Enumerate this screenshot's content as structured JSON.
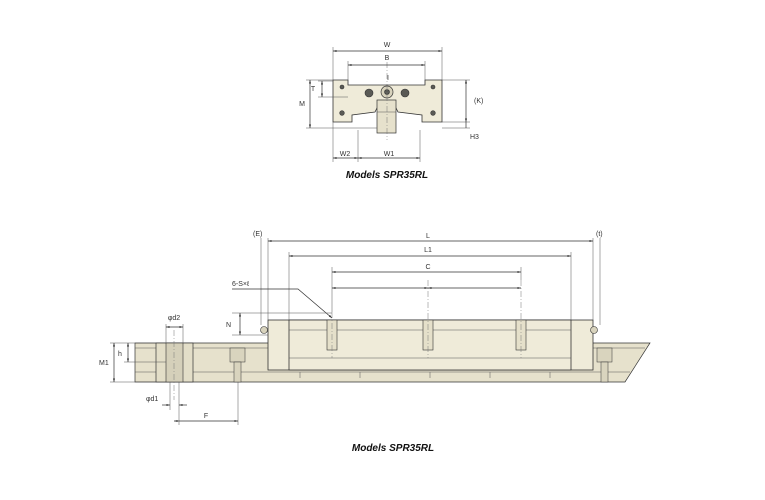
{
  "captions": {
    "top": "Models SPR35RL",
    "bottom": "Models SPR35RL"
  },
  "front_view": {
    "labels": {
      "W": "W",
      "B": "B",
      "I": "I",
      "T": "T",
      "M": "M",
      "K": "(K)",
      "H3": "H3",
      "W2": "W2",
      "W1": "W1"
    }
  },
  "side_view": {
    "labels": {
      "E": "(E)",
      "L": "L",
      "L1": "L1",
      "C": "C",
      "t": "(t)",
      "S": "6-S×ℓ",
      "N": "N",
      "d2": "φd2",
      "M1": "M1",
      "h": "h",
      "d1": "φd1",
      "F": "F"
    }
  }
}
